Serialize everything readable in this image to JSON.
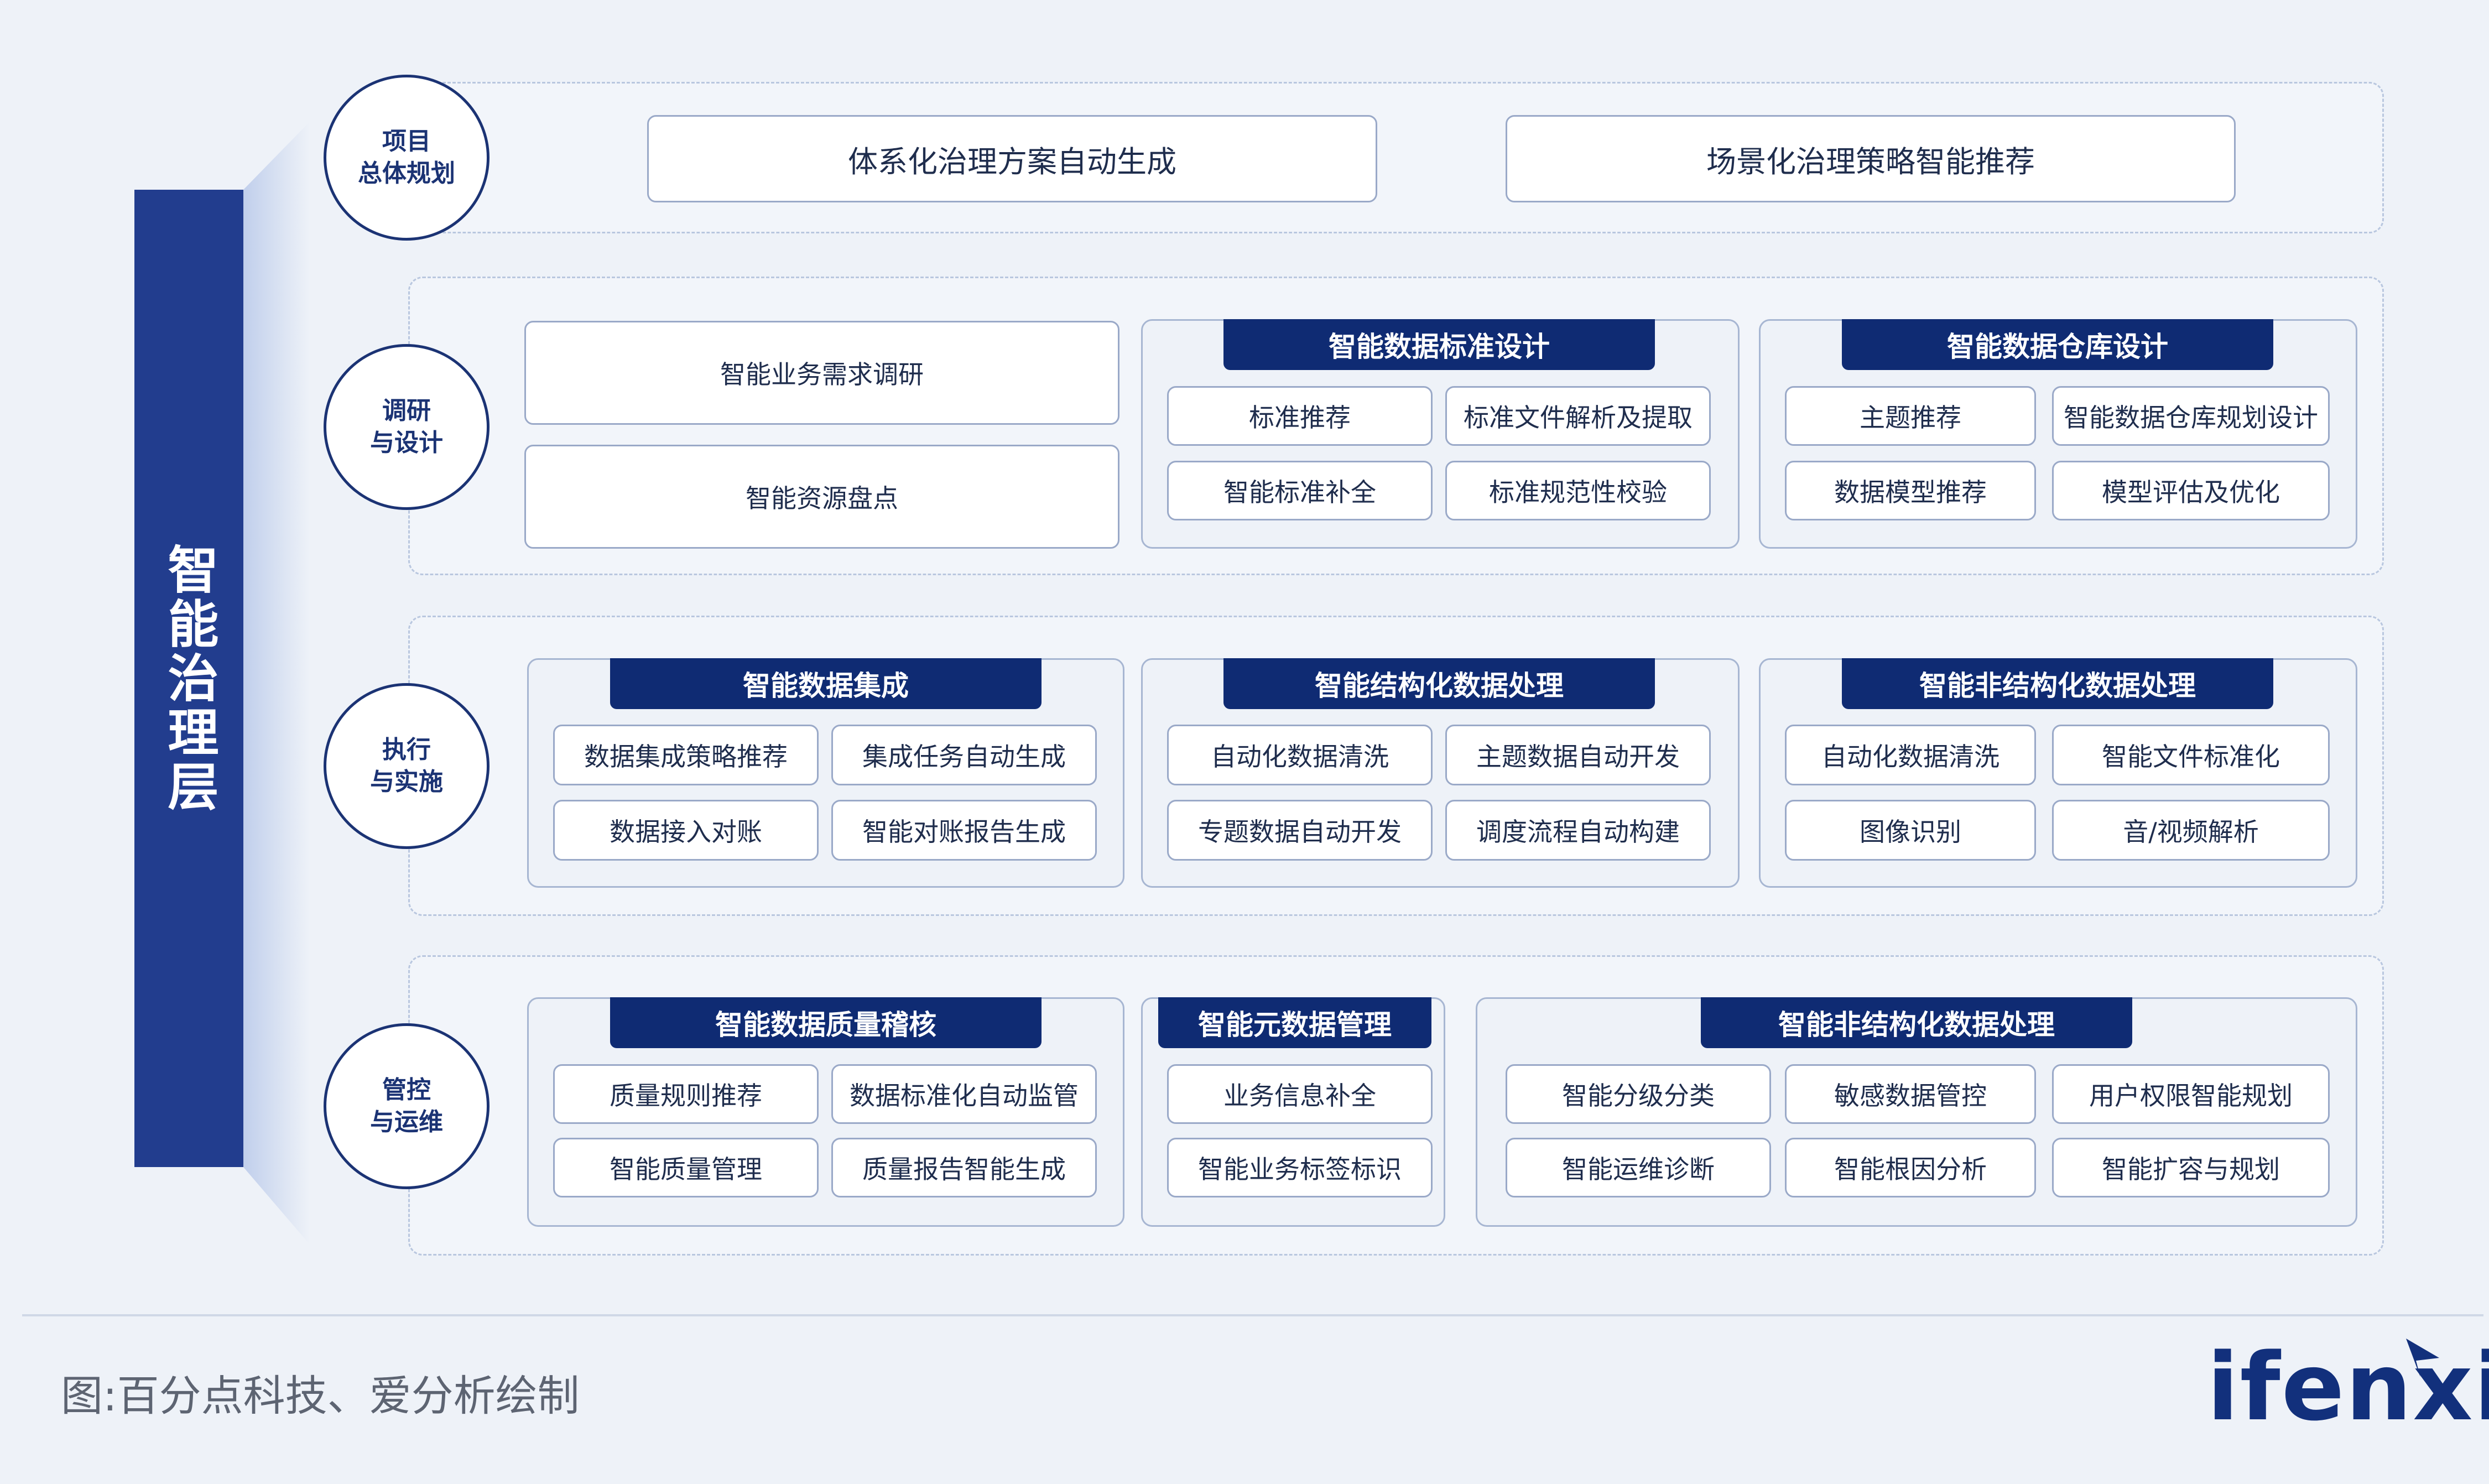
{
  "layer_title": "智能治理层",
  "rows": [
    {
      "label": "项目\n总体规划"
    },
    {
      "label": "调研\n与设计"
    },
    {
      "label": "执行\n与实施"
    },
    {
      "label": "管控\n与运维"
    }
  ],
  "planning": [
    "体系化治理方案自动生成",
    "场景化治理策略智能推荐"
  ],
  "research": {
    "standalone": [
      "智能业务需求调研",
      "智能资源盘点"
    ],
    "groups": [
      {
        "title": "智能数据标准设计",
        "items": [
          "标准推荐",
          "标准文件解析及提取",
          "智能标准补全",
          "标准规范性校验"
        ]
      },
      {
        "title": "智能数据仓库设计",
        "items": [
          "主题推荐",
          "智能数据仓库规划设计",
          "数据模型推荐",
          "模型评估及优化"
        ]
      }
    ]
  },
  "execution": {
    "groups": [
      {
        "title": "智能数据集成",
        "items": [
          "数据集成策略推荐",
          "集成任务自动生成",
          "数据接入对账",
          "智能对账报告生成"
        ]
      },
      {
        "title": "智能结构化数据处理",
        "items": [
          "自动化数据清洗",
          "主题数据自动开发",
          "专题数据自动开发",
          "调度流程自动构建"
        ]
      },
      {
        "title": "智能非结构化数据处理",
        "items": [
          "自动化数据清洗",
          "智能文件标准化",
          "图像识别",
          "音/视频解析"
        ]
      }
    ]
  },
  "operations": {
    "groups": [
      {
        "title": "智能数据质量稽核",
        "items": [
          "质量规则推荐",
          "数据标准化自动监管",
          "智能质量管理",
          "质量报告智能生成"
        ]
      },
      {
        "title": "智能元数据管理",
        "items": [
          "业务信息补全",
          "智能业务标签标识"
        ]
      },
      {
        "title": "智能非结构化数据处理",
        "items": [
          "智能分级分类",
          "敏感数据管控",
          "用户权限智能规划",
          "智能运维诊断",
          "智能根因分析",
          "智能扩容与规划"
        ]
      }
    ]
  },
  "footer": {
    "caption": "图:百分点科技、爱分析绘制",
    "logo": "ifenxi"
  },
  "colors": {
    "navy": "#0f2b73",
    "bar": "#223d8e",
    "bg": "#eef2f8"
  }
}
